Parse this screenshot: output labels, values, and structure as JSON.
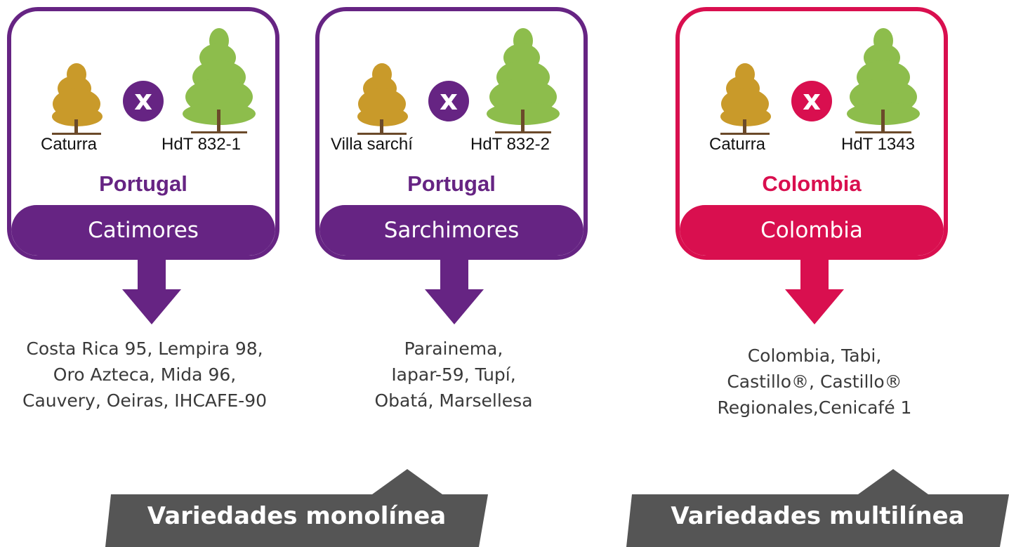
{
  "colors": {
    "purple": "#662483",
    "red": "#d90f4f",
    "tag_gray": "#555555",
    "parent_left_tree": "#c99a2a",
    "parent_right_tree": "#8dbd4c"
  },
  "cross_symbol": "x",
  "crosses": [
    {
      "parent_left": "Caturra",
      "parent_right": "HdT 832-1",
      "origin": "Portugal",
      "name": "Catimores",
      "varieties": [
        "Costa Rica 95, Lempira 98,",
        "Oro Azteca, Mida 96,",
        "Cauvery, Oeiras, IHCAFE-90"
      ]
    },
    {
      "parent_left": "Villa sarchí",
      "parent_right": "HdT 832-2",
      "origin": "Portugal",
      "name": "Sarchimores",
      "varieties": [
        "Parainema,",
        "Iapar-59, Tupí,",
        "Obatá, Marsellesa"
      ]
    },
    {
      "parent_left": "Caturra",
      "parent_right": "HdT 1343",
      "origin": "Colombia",
      "name": "Colombia",
      "varieties": [
        "Colombia, Tabi,",
        "Castillo®, Castillo®",
        "Regionales,Cenicafé 1"
      ]
    }
  ],
  "tags": {
    "monoline": "Variedades monolínea",
    "multiline": "Variedades multilínea"
  }
}
